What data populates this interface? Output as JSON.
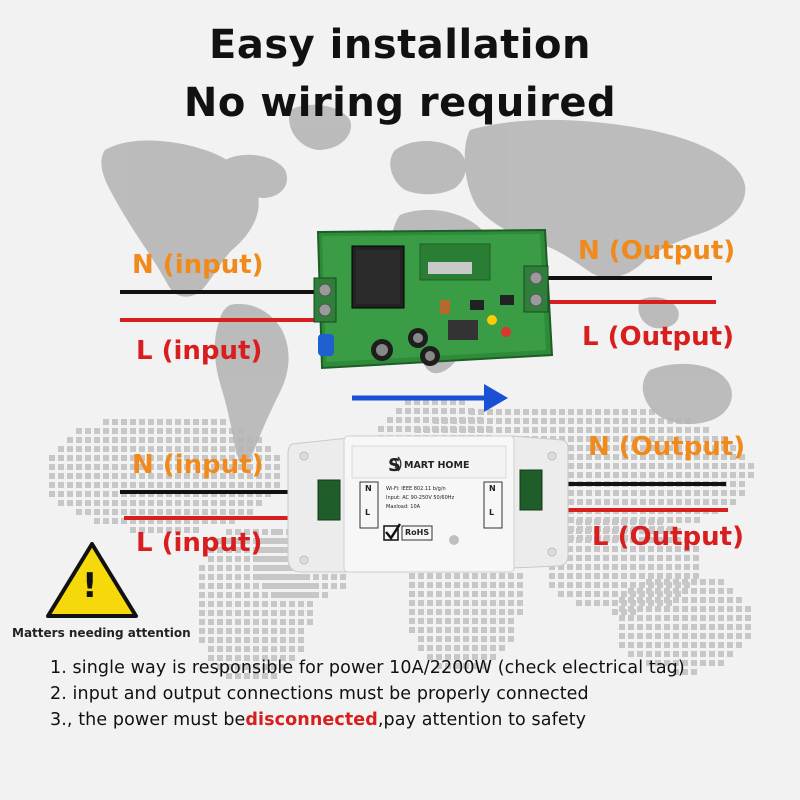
{
  "title": {
    "line1": "Easy installation",
    "line2": "No wiring required"
  },
  "top_diagram": {
    "n_input": "N (input)",
    "l_input": "L (input)",
    "n_output": "N (Output)",
    "l_output": "L (Output)"
  },
  "bottom_diagram": {
    "n_input": "N (input)",
    "l_input": "L (input)",
    "n_output": "N (Output)",
    "l_output": "L (Output)",
    "device_brand_initial": "S",
    "device_brand_rest": "MART HOME",
    "device_spec_1": "Wi-Fi: IEEE 802.11 b/g/n",
    "device_spec_2": "Input: AC 90-250V 50/60Hz",
    "device_spec_3": "Maxload: 10A",
    "device_rohs": "RoHS",
    "terminal_left": "N",
    "terminal_left_2": "L",
    "terminal_right": "N",
    "terminal_right_2": "L"
  },
  "warning": {
    "symbol": "!",
    "title": "Matters needing attention"
  },
  "notes": {
    "item1": "1. single way is responsible for power 10A/2200W (check electrical tag)",
    "item2": "2. input and output connections must be properly connected",
    "item3_pre": "3., the power must be",
    "item3_highlight": "disconnected",
    "item3_post": ",pay attention to safety"
  },
  "colors": {
    "neutral_wire": "#111111",
    "live_wire": "#d81e1e",
    "output_label": "#f08a1c",
    "input_label_l": "#d81e1e",
    "arrow": "#1a4fd6",
    "pcb": "#2e8b3a",
    "warning_yellow": "#f5d90a"
  }
}
